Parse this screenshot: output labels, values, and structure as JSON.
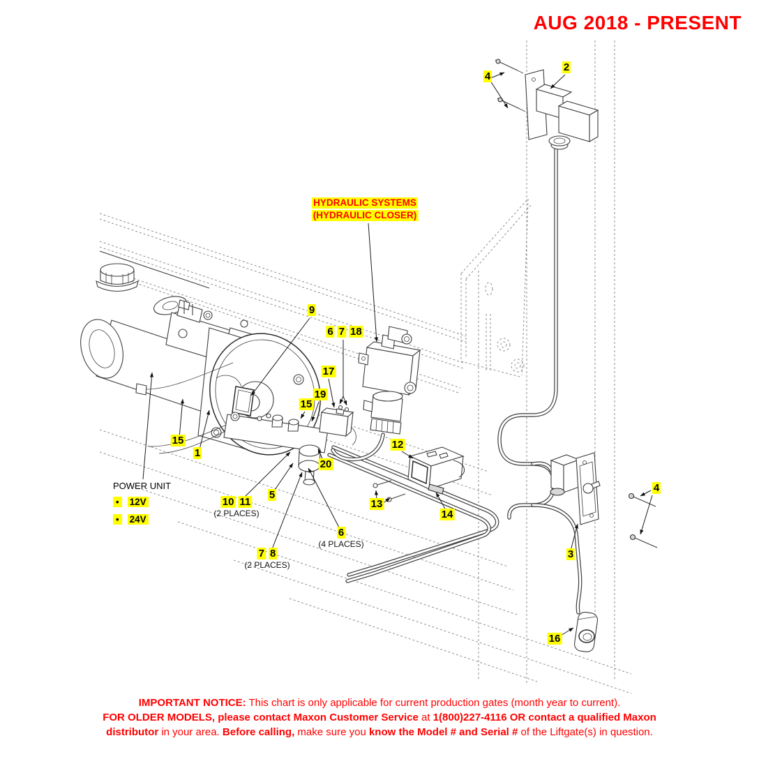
{
  "header": {
    "revision": "AUG 2018 - PRESENT"
  },
  "labels": {
    "hydraulic_systems": {
      "line1": "HYDRAULIC SYSTEMS",
      "line2": "(HYDRAULIC CLOSER)"
    },
    "power_unit": {
      "title": "POWER UNIT",
      "options": [
        {
          "bullet": "•",
          "label": "12V"
        },
        {
          "bullet": "•",
          "label": "24V"
        }
      ]
    }
  },
  "callouts": [
    {
      "id": "2",
      "label": "2"
    },
    {
      "id": "4-top",
      "label": "4"
    },
    {
      "id": "9",
      "label": "9"
    },
    {
      "id": "6-7-18",
      "label": "6 7 18"
    },
    {
      "id": "17",
      "label": "17"
    },
    {
      "id": "19",
      "label": "19"
    },
    {
      "id": "15-valve",
      "label": "15"
    },
    {
      "id": "15-pump",
      "label": "15"
    },
    {
      "id": "1",
      "label": "1"
    },
    {
      "id": "5",
      "label": "5"
    },
    {
      "id": "10-11",
      "label": "10 11",
      "note": "(2 PLACES)"
    },
    {
      "id": "20",
      "label": "20"
    },
    {
      "id": "6",
      "label": "6",
      "note": "(4 PLACES)"
    },
    {
      "id": "7-8",
      "label": "7 8",
      "note": "(2 PLACES)"
    },
    {
      "id": "12",
      "label": "12"
    },
    {
      "id": "13",
      "label": "13"
    },
    {
      "id": "14",
      "label": "14"
    },
    {
      "id": "3",
      "label": "3"
    },
    {
      "id": "4-right",
      "label": "4"
    },
    {
      "id": "16",
      "label": "16"
    }
  ],
  "notice": {
    "n1a": "IMPORTANT NOTICE:",
    "n1b": " This chart is only applicable for current production gates (month year to current).",
    "n2a": "FOR OLDER MODELS, please contact Maxon Customer Service",
    "n2b": " at ",
    "n2c": "1(800)227-4116 OR contact a qualified Maxon",
    "n3a": "distributor",
    "n3b": " in your area. ",
    "n3c": "Before calling,",
    "n3d": " make sure you ",
    "n3e": "know the Model # and Serial #",
    "n3f": " of the Liftgate(s) in question."
  },
  "colors": {
    "highlight": "#ffff00",
    "alert_red": "#ff0000",
    "line_dark": "#3c3c3c",
    "line_phantom": "#8f8f8f"
  }
}
